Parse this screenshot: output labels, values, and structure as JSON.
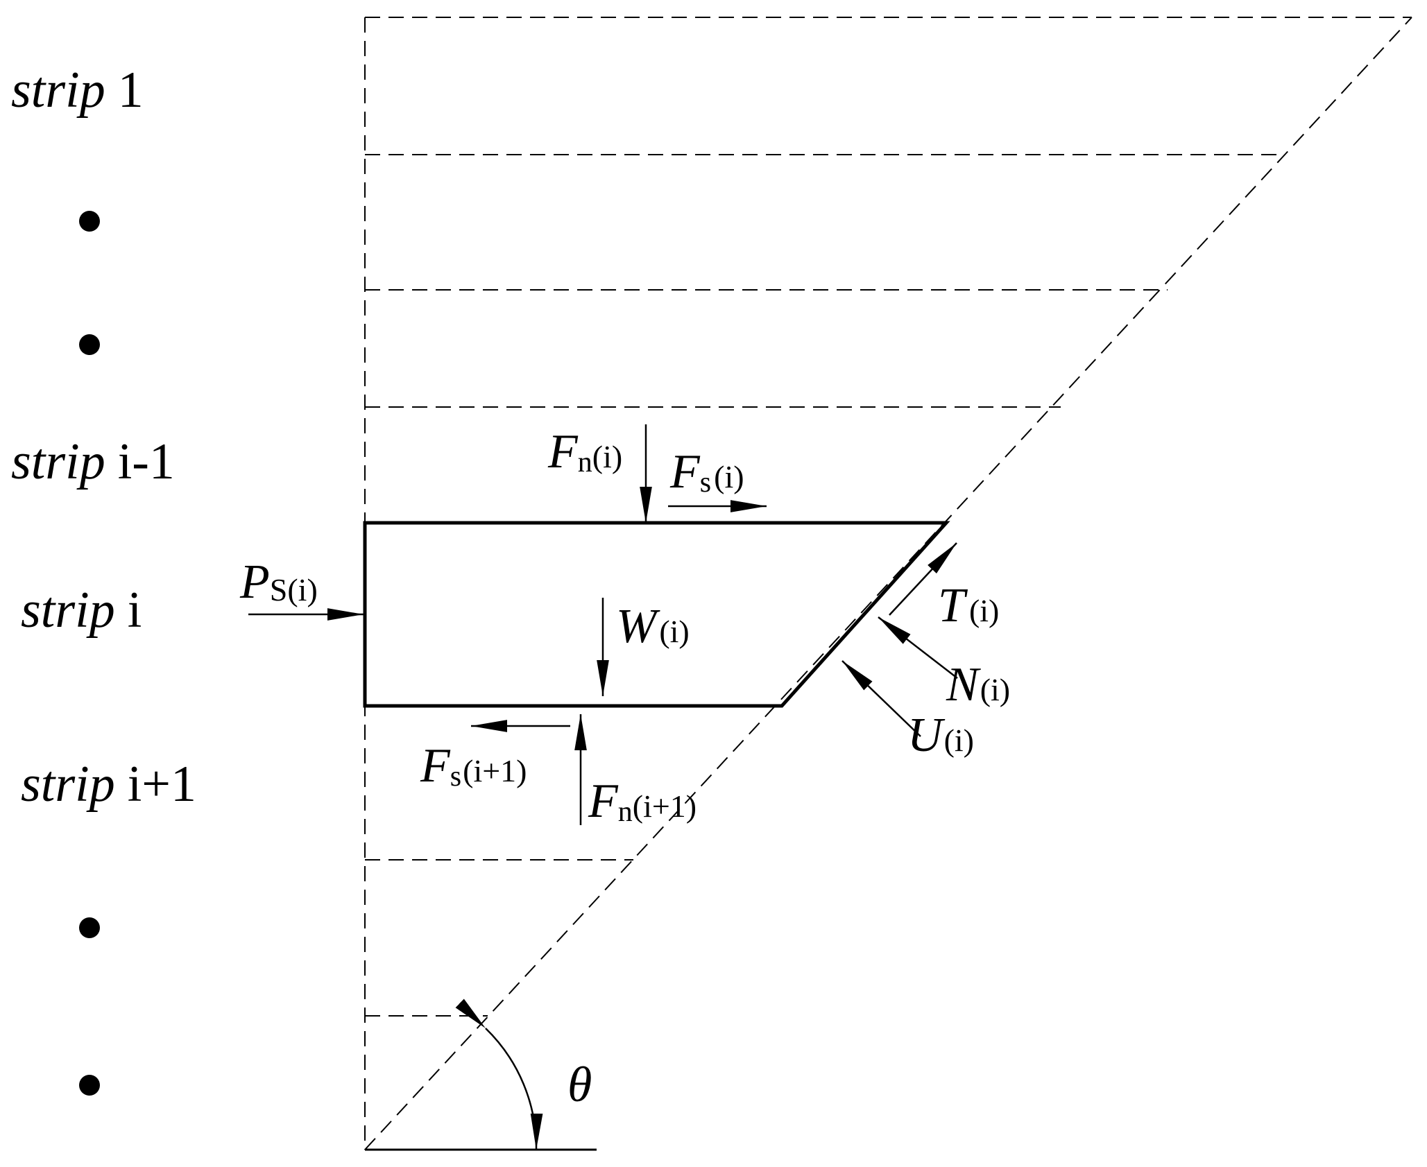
{
  "strips": {
    "strip_1": {
      "word": "strip",
      "index": "1"
    },
    "strip_im1": {
      "word": "strip",
      "index": "i-1"
    },
    "strip_i": {
      "word": "strip",
      "index": "i"
    },
    "strip_ip1": {
      "word": "strip",
      "index": "i+1"
    }
  },
  "forces": {
    "Fn_i": {
      "sym": "F",
      "sub": "n",
      "idx": "(i)"
    },
    "Fs_i": {
      "sym": "F",
      "sub": "s",
      "idx": "(i)"
    },
    "Ps_i": {
      "sym": "P",
      "sub": "S(i)"
    },
    "W_i": {
      "sym": "W",
      "idx": "(i)"
    },
    "T_i": {
      "sym": "T",
      "idx": "(i)"
    },
    "N_i": {
      "sym": "N",
      "idx": "(i)"
    },
    "U_i": {
      "sym": "U",
      "idx": "(i)"
    },
    "Fs_ip1": {
      "sym": "F",
      "sub": "s",
      "idx": "(i+1)"
    },
    "Fn_ip1": {
      "sym": "F",
      "sub": "n",
      "idx": "(i+1)"
    }
  },
  "angle": {
    "symbol": "θ"
  },
  "colors": {
    "line": "#000000",
    "background": "#ffffff"
  }
}
